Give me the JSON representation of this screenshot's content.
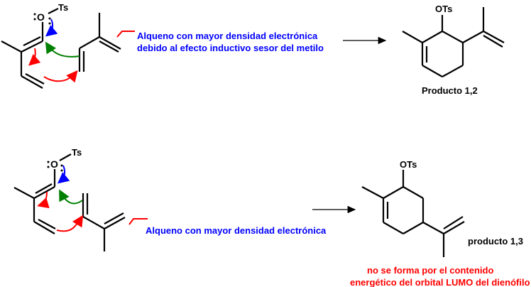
{
  "colors": {
    "bond": "#000000",
    "blue": "#0000FF",
    "red": "#FF0000",
    "green": "#008000"
  },
  "reaction_top": {
    "oxygen_label": "O",
    "ts_label": "Ts",
    "annotation_line1": "Alqueno con mayor densidad electrónica",
    "annotation_line2": "debido al efecto inductivo sesor del metilo",
    "product_group_label": "OTs",
    "product_label": "Producto 1,2"
  },
  "reaction_bottom": {
    "oxygen_label": "O",
    "ts_label": "Ts",
    "annotation_line1": "Alqueno con mayor densidad electrónica",
    "product_group_label": "OTs",
    "product_label": "producto 1,3",
    "note_line1": "no se forma por el contenido",
    "note_line2": "energético del orbital LUMO del dienófilo"
  }
}
